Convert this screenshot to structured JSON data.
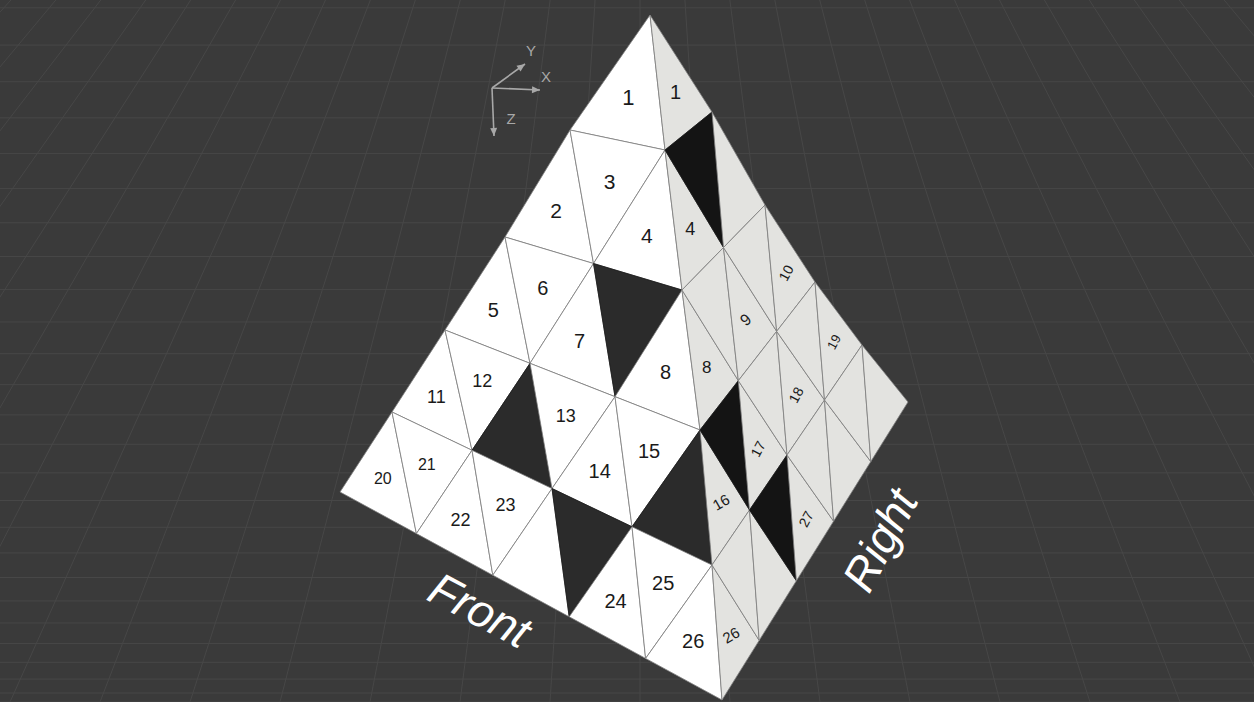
{
  "diagram": {
    "labels": [
      "Y",
      "X",
      "Z",
      "1",
      "2",
      "3",
      "4",
      "5",
      "6",
      "7",
      "8",
      "11",
      "12",
      "13",
      "14",
      "15",
      "20",
      "21",
      "22",
      "23",
      "24",
      "25",
      "26",
      "1",
      "4",
      "8",
      "9",
      "10",
      "16",
      "17",
      "18",
      "19",
      "26",
      "27",
      "Front",
      "Right"
    ]
  }
}
